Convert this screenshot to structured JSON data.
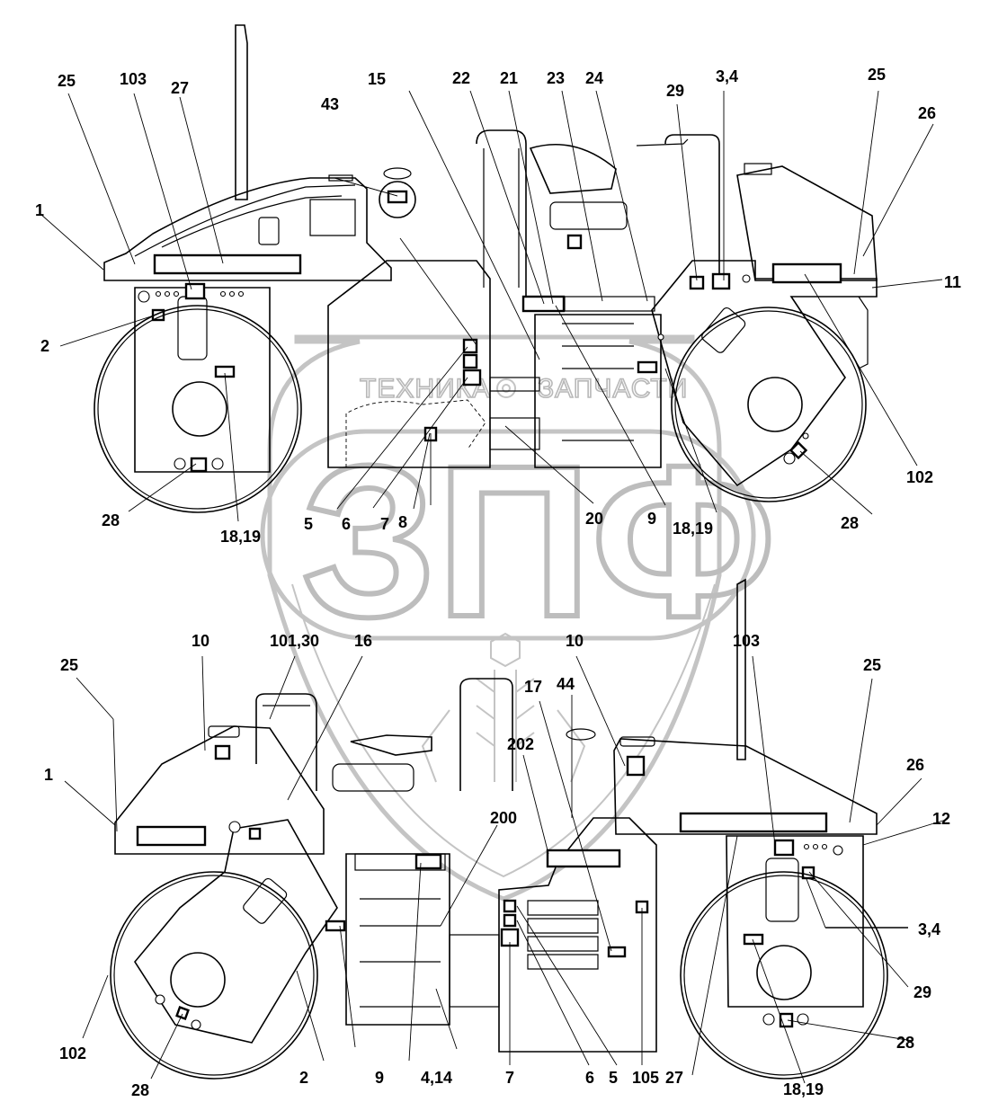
{
  "title": "Decal placement diagram — tandem vibratory roller (side views)",
  "watermark": {
    "banner_text_left": "ТЕХНИКА",
    "banner_text_right": "ЗАПЧАСТИ",
    "gear_icon": "gear-icon",
    "logo_letters": "ЗПФ",
    "emblem_icon": "wheat-ear-icon"
  },
  "views": [
    {
      "name": "top-view-left-side",
      "callouts": [
        {
          "id": "c-25a",
          "text": "25"
        },
        {
          "id": "c-103a",
          "text": "103"
        },
        {
          "id": "c-27a",
          "text": "27"
        },
        {
          "id": "c-43",
          "text": "43"
        },
        {
          "id": "c-15",
          "text": "15"
        },
        {
          "id": "c-22",
          "text": "22"
        },
        {
          "id": "c-21",
          "text": "21"
        },
        {
          "id": "c-23",
          "text": "23"
        },
        {
          "id": "c-24",
          "text": "24"
        },
        {
          "id": "c-29a",
          "text": "29"
        },
        {
          "id": "c-34a",
          "text": "3,4"
        },
        {
          "id": "c-25b",
          "text": "25"
        },
        {
          "id": "c-26a",
          "text": "26"
        },
        {
          "id": "c-1a",
          "text": "1"
        },
        {
          "id": "c-11",
          "text": "11"
        },
        {
          "id": "c-2a",
          "text": "2"
        },
        {
          "id": "c-102a",
          "text": "102"
        },
        {
          "id": "c-28a",
          "text": "28"
        },
        {
          "id": "c-1819a",
          "text": "18,19"
        },
        {
          "id": "c-5a",
          "text": "5"
        },
        {
          "id": "c-6a",
          "text": "6"
        },
        {
          "id": "c-7a",
          "text": "7"
        },
        {
          "id": "c-8",
          "text": "8"
        },
        {
          "id": "c-20",
          "text": "20"
        },
        {
          "id": "c-9a",
          "text": "9"
        },
        {
          "id": "c-1819b",
          "text": "18,19"
        },
        {
          "id": "c-28b",
          "text": "28"
        }
      ]
    },
    {
      "name": "bottom-view-right-side",
      "callouts": [
        {
          "id": "c-10a",
          "text": "10"
        },
        {
          "id": "c-10130",
          "text": "101,30"
        },
        {
          "id": "c-16",
          "text": "16"
        },
        {
          "id": "c-25c",
          "text": "25"
        },
        {
          "id": "c-1b",
          "text": "1"
        },
        {
          "id": "c-10b",
          "text": "10"
        },
        {
          "id": "c-17",
          "text": "17"
        },
        {
          "id": "c-44",
          "text": "44"
        },
        {
          "id": "c-202",
          "text": "202"
        },
        {
          "id": "c-200",
          "text": "200"
        },
        {
          "id": "c-103b",
          "text": "103"
        },
        {
          "id": "c-25d",
          "text": "25"
        },
        {
          "id": "c-26b",
          "text": "26"
        },
        {
          "id": "c-12",
          "text": "12"
        },
        {
          "id": "c-34b",
          "text": "3,4"
        },
        {
          "id": "c-29b",
          "text": "29"
        },
        {
          "id": "c-28c",
          "text": "28"
        },
        {
          "id": "c-102b",
          "text": "102"
        },
        {
          "id": "c-28d",
          "text": "28"
        },
        {
          "id": "c-2b",
          "text": "2"
        },
        {
          "id": "c-9b",
          "text": "9"
        },
        {
          "id": "c-414",
          "text": "4,14"
        },
        {
          "id": "c-7b",
          "text": "7"
        },
        {
          "id": "c-6b",
          "text": "6"
        },
        {
          "id": "c-5b",
          "text": "5"
        },
        {
          "id": "c-105",
          "text": "105"
        },
        {
          "id": "c-27b",
          "text": "27"
        },
        {
          "id": "c-1819c",
          "text": "18,19"
        }
      ]
    }
  ]
}
